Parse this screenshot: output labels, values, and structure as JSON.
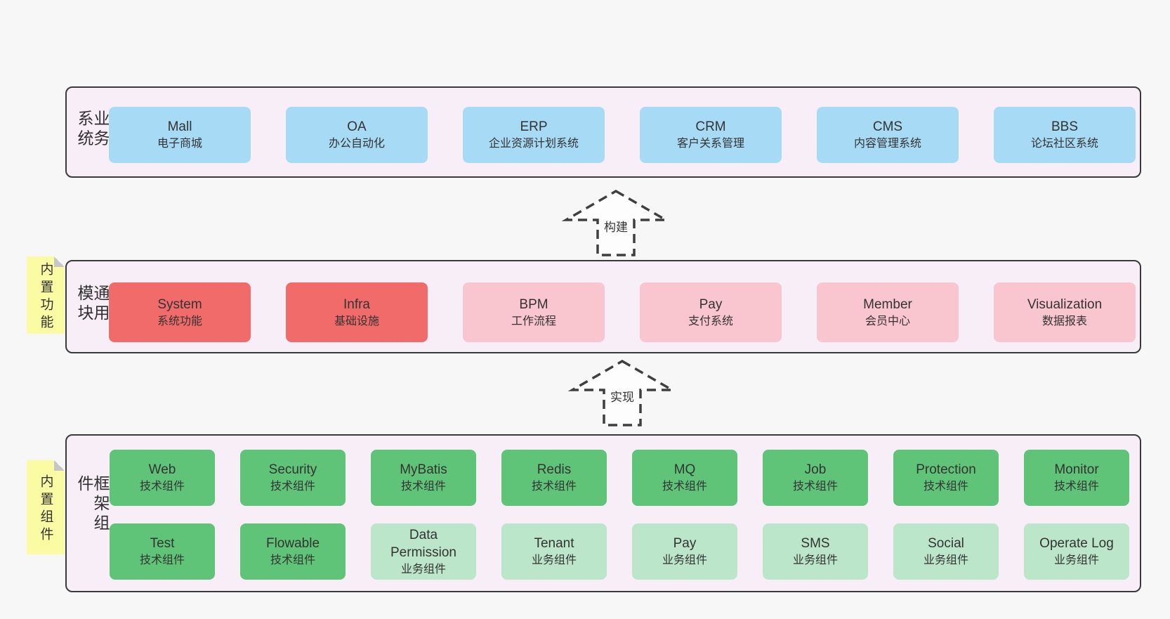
{
  "colors": {
    "page_bg": "#f7f7f7",
    "container_bg": "#f8eef7",
    "container_border": "#3a3a3a",
    "blue_box": "#a7daf4",
    "red_box": "#f16b6b",
    "pink_box": "#f9c5ce",
    "green_box": "#5fc478",
    "green_light_box": "#bce6c9",
    "note_yellow": "#fbfba4",
    "text": "#333333"
  },
  "notes": [
    {
      "text": "内置功能"
    },
    {
      "text": "内置组件"
    }
  ],
  "arrows": [
    {
      "label": "构建"
    },
    {
      "label": "实现"
    }
  ],
  "sections": [
    {
      "label": "业务系统",
      "boxes": [
        {
          "en": "Mall",
          "zh": "电子商城"
        },
        {
          "en": "OA",
          "zh": "办公自动化"
        },
        {
          "en": "ERP",
          "zh": "企业资源计划系统"
        },
        {
          "en": "CRM",
          "zh": "客户关系管理"
        },
        {
          "en": "CMS",
          "zh": "内容管理系统"
        },
        {
          "en": "BBS",
          "zh": "论坛社区系统"
        }
      ]
    },
    {
      "label": "通用模块",
      "boxes": [
        {
          "en": "System",
          "zh": "系统功能"
        },
        {
          "en": "Infra",
          "zh": "基础设施"
        },
        {
          "en": "BPM",
          "zh": "工作流程"
        },
        {
          "en": "Pay",
          "zh": "支付系统"
        },
        {
          "en": "Member",
          "zh": "会员中心"
        },
        {
          "en": "Visualization",
          "zh": "数据报表"
        }
      ]
    },
    {
      "label": "框架组件",
      "rows": [
        [
          {
            "en": "Web",
            "zh": "技术组件"
          },
          {
            "en": "Security",
            "zh": "技术组件"
          },
          {
            "en": "MyBatis",
            "zh": "技术组件"
          },
          {
            "en": "Redis",
            "zh": "技术组件"
          },
          {
            "en": "MQ",
            "zh": "技术组件"
          },
          {
            "en": "Job",
            "zh": "技术组件"
          },
          {
            "en": "Protection",
            "zh": "技术组件"
          },
          {
            "en": "Monitor",
            "zh": "技术组件"
          }
        ],
        [
          {
            "en": "Test",
            "zh": "技术组件"
          },
          {
            "en": "Flowable",
            "zh": "技术组件"
          },
          {
            "en": "Data Permission",
            "zh": "业务组件"
          },
          {
            "en": "Tenant",
            "zh": "业务组件"
          },
          {
            "en": "Pay",
            "zh": "业务组件"
          },
          {
            "en": "SMS",
            "zh": "业务组件"
          },
          {
            "en": "Social",
            "zh": "业务组件"
          },
          {
            "en": "Operate Log",
            "zh": "业务组件"
          }
        ]
      ]
    }
  ]
}
